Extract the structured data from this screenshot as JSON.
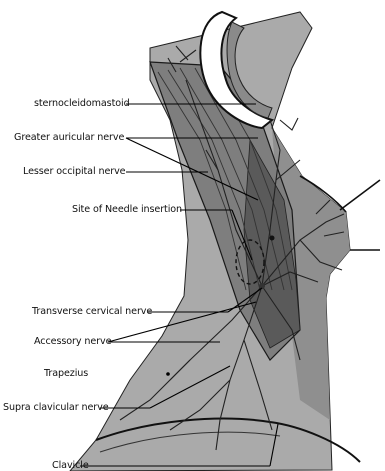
{
  "figure": {
    "labels": {
      "sternocleidomastoid": "sternocleidomastoid",
      "greater_auricular": "Greater auricular nerve",
      "lesser_occipital": "Lesser occipital nerve",
      "needle_site": "Site of Needle insertion",
      "transverse_cervical": "Transverse cervical nerve",
      "accessory": "Accessory nerve",
      "trapezius": "Trapezius",
      "supraclavicular": "Supra clavicular nerve",
      "clavicle": "Clavicle"
    },
    "colors": {
      "background": "#ffffff",
      "neck_skin": "#aaaaaa",
      "scm_muscle": "#7e7e7e",
      "posterior_triangle": "#5a5a5a",
      "ear": "#8a8a8a",
      "nerve_line": "#222222",
      "outline": "#111111",
      "leader_line": "#000000"
    }
  }
}
